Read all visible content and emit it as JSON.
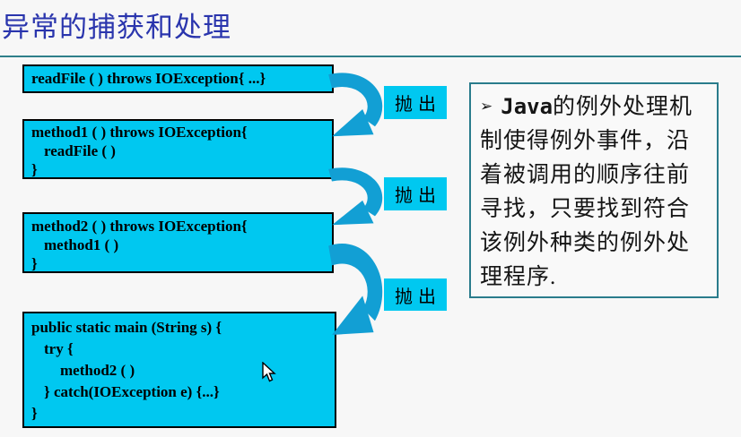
{
  "slide": {
    "title": "异常的捕获和处理",
    "colors": {
      "background": "#f7f7f7",
      "title_text": "#2a35ad",
      "divider_teal": "#2e7f8a",
      "code_box_fill": "#00c8f0",
      "code_box_border": "#000000",
      "arrow_blue": "#129fd4",
      "note_border_teal": "#2a7c8c",
      "note_text": "#151515"
    },
    "code_boxes": [
      {
        "name": "readFile",
        "lines": [
          "readFile ( ) throws IOException{ ...}"
        ]
      },
      {
        "name": "method1",
        "lines": [
          "method1 ( ) throws IOException{",
          "readFile ( )",
          "}"
        ]
      },
      {
        "name": "method2",
        "lines": [
          "method2 ( ) throws IOException{",
          "method1 ( )",
          "}"
        ]
      },
      {
        "name": "main",
        "lines": [
          "public static main (String s) {",
          "try {",
          "method2 ( )",
          "} catch(IOException e) {...}",
          "}"
        ]
      }
    ],
    "throw_labels": [
      "抛出",
      "抛出",
      "抛出"
    ],
    "note": {
      "bullet": "➢",
      "lead": "Java",
      "body": "的例外处理机制使得例外事件，沿着被调用的顺序往前寻找，只要找到符合该例外种类的例外处理程序."
    },
    "icons": {
      "throw_arrow": "curved-down-left-arrow",
      "cursor": "mouse-pointer-arrow",
      "bullet": "right-arrowhead"
    }
  }
}
